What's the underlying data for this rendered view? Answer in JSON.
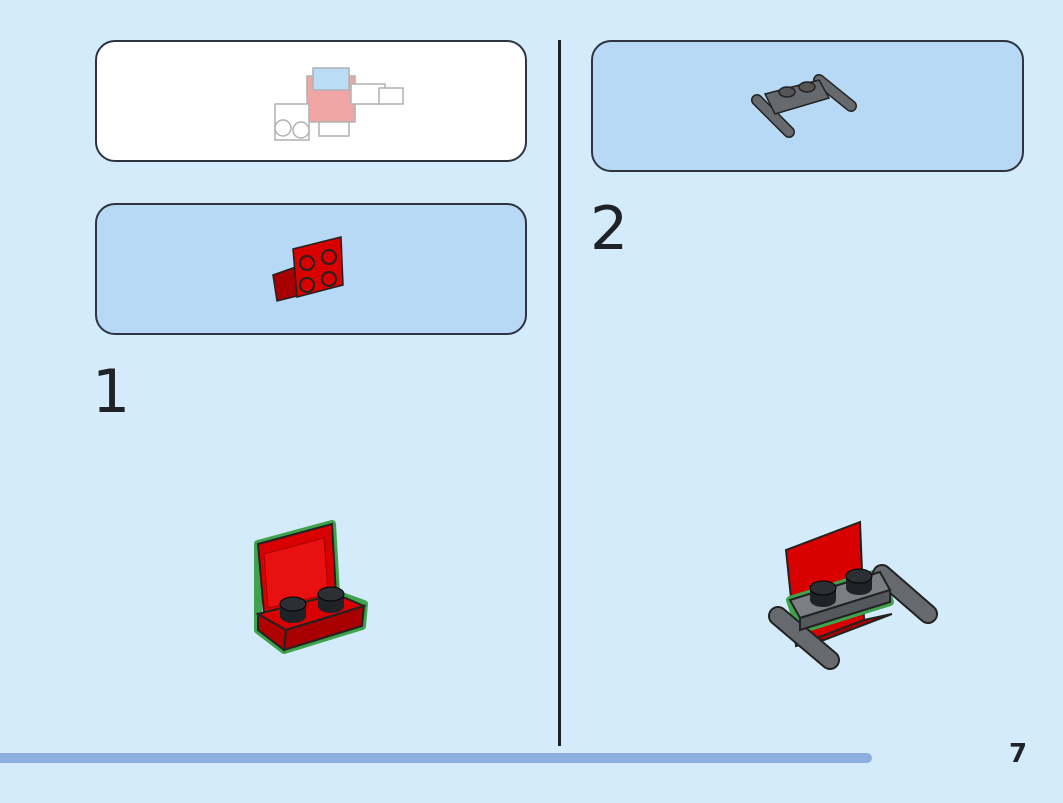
{
  "page": {
    "number": "7"
  },
  "steps": [
    {
      "number": "1"
    },
    {
      "number": "2"
    }
  ],
  "progress": {
    "fraction": 0.906
  },
  "colors": {
    "background": "#d4ebfb",
    "parts_panel": "#b7d9f6",
    "brick_red": "#d90000",
    "brick_dark_grey": "#666a6e",
    "outline_green": "#3fa34d",
    "progress_bar": "#8eaee0"
  },
  "icons": {
    "model_preview": "fire-truck-model-icon",
    "step1_part": "red-bracket-brick-icon",
    "step2_part": "grey-plate-with-bars-icon"
  }
}
